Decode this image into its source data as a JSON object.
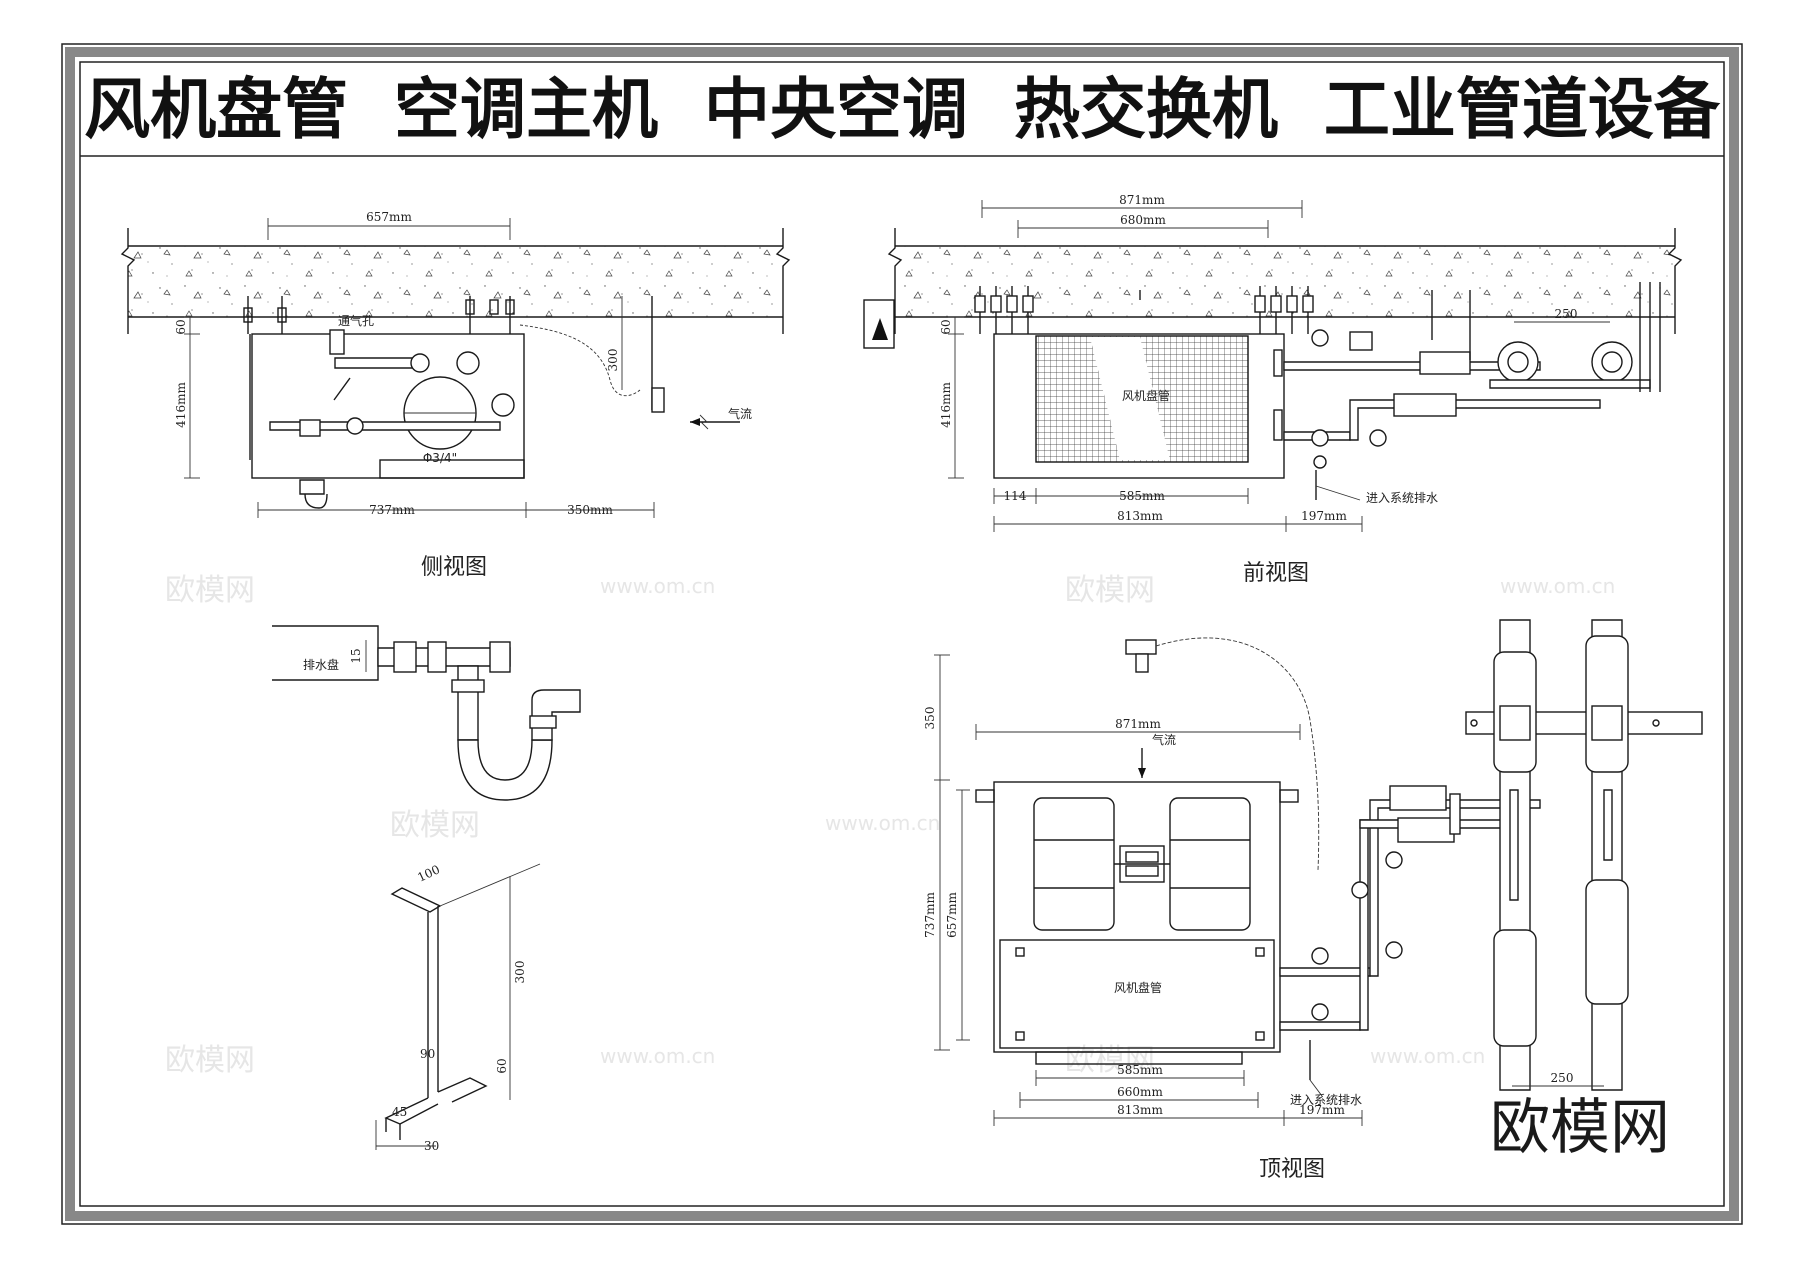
{
  "title": "风机盘管  空调主机  中央空调  热交换机  工业管道设备",
  "watermark": {
    "text": "欧模网",
    "url": "www.om.cn",
    "brand": "欧模网"
  },
  "side_view": {
    "caption": "侧视图",
    "dim_top": "657mm",
    "dim_height": "416mm",
    "dim_gap": "60",
    "dim_bottom_left": "737mm",
    "dim_bottom_right": "350mm",
    "dim_hanger": "300",
    "label_vent": "通气孔",
    "label_airflow": "气流"
  },
  "front_view": {
    "caption": "前视图",
    "dim_top_outer": "871mm",
    "dim_top_inner": "680mm",
    "dim_height": "416mm",
    "dim_gap": "60",
    "dim_offset": "114",
    "dim_inner": "585mm",
    "dim_total": "813mm",
    "dim_side": "197mm",
    "dim_pipe_spacing": "250",
    "unit_label": "风机盘管",
    "label_drain": "进入系统排水"
  },
  "drain_detail": {
    "label_pan": "排水盘",
    "dim_height": "15"
  },
  "bracket_detail": {
    "dim_width": "100",
    "dim_height": "300",
    "dim_foot_height": "60",
    "dim_foot_width": "90",
    "dim_foot_depth": "45",
    "dim_foot_extra": "30"
  },
  "top_view": {
    "caption": "顶视图",
    "dim_clearance": "350",
    "dim_top": "871mm",
    "label_airflow": "气流",
    "dim_depth_outer": "737mm",
    "dim_depth_inner": "657mm",
    "unit_label": "风机盘管",
    "dim_bottom_1": "585mm",
    "dim_bottom_2": "660mm",
    "dim_bottom_3": "813mm",
    "dim_side": "197mm",
    "dim_pipe_spacing": "250",
    "label_drain": "进入系统排水"
  }
}
